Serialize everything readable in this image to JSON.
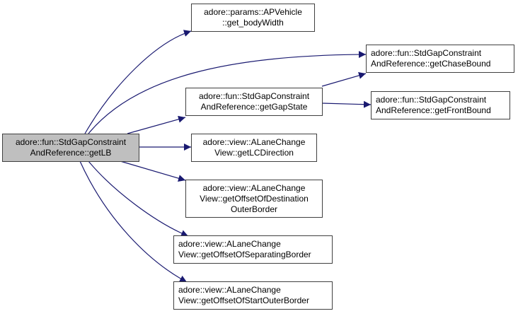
{
  "colors": {
    "edge": "#191970",
    "node_border": "#404040",
    "root_fill": "#bfbfbf",
    "node_fill": "#ffffff"
  },
  "nodes": {
    "root": {
      "lines": [
        "adore::fun::StdGapConstraint",
        "AndReference::getLB"
      ]
    },
    "bodyWidth": {
      "lines": [
        "adore::params::APVehicle",
        "::get_bodyWidth"
      ]
    },
    "gapState": {
      "lines": [
        "adore::fun::StdGapConstraint",
        "AndReference::getGapState"
      ]
    },
    "chaseBound": {
      "lines": [
        "adore::fun::StdGapConstraint",
        "AndReference::getChaseBound"
      ]
    },
    "frontBound": {
      "lines": [
        "adore::fun::StdGapConstraint",
        "AndReference::getFrontBound"
      ]
    },
    "lcDirection": {
      "lines": [
        "adore::view::ALaneChange",
        "View::getLCDirection"
      ]
    },
    "destOuter": {
      "lines": [
        "adore::view::ALaneChange",
        "View::getOffsetOfDestination",
        "OuterBorder"
      ]
    },
    "sepBorder": {
      "lines": [
        "adore::view::ALaneChange",
        "View::getOffsetOfSeparatingBorder"
      ]
    },
    "startOuter": {
      "lines": [
        "adore::view::ALaneChange",
        "View::getOffsetOfStartOuterBorder"
      ]
    }
  },
  "edges": [
    {
      "from": "root",
      "to": "bodyWidth"
    },
    {
      "from": "root",
      "to": "chaseBound"
    },
    {
      "from": "root",
      "to": "gapState"
    },
    {
      "from": "gapState",
      "to": "chaseBound"
    },
    {
      "from": "gapState",
      "to": "frontBound"
    },
    {
      "from": "root",
      "to": "lcDirection"
    },
    {
      "from": "root",
      "to": "destOuter"
    },
    {
      "from": "root",
      "to": "sepBorder"
    },
    {
      "from": "root",
      "to": "startOuter"
    }
  ]
}
